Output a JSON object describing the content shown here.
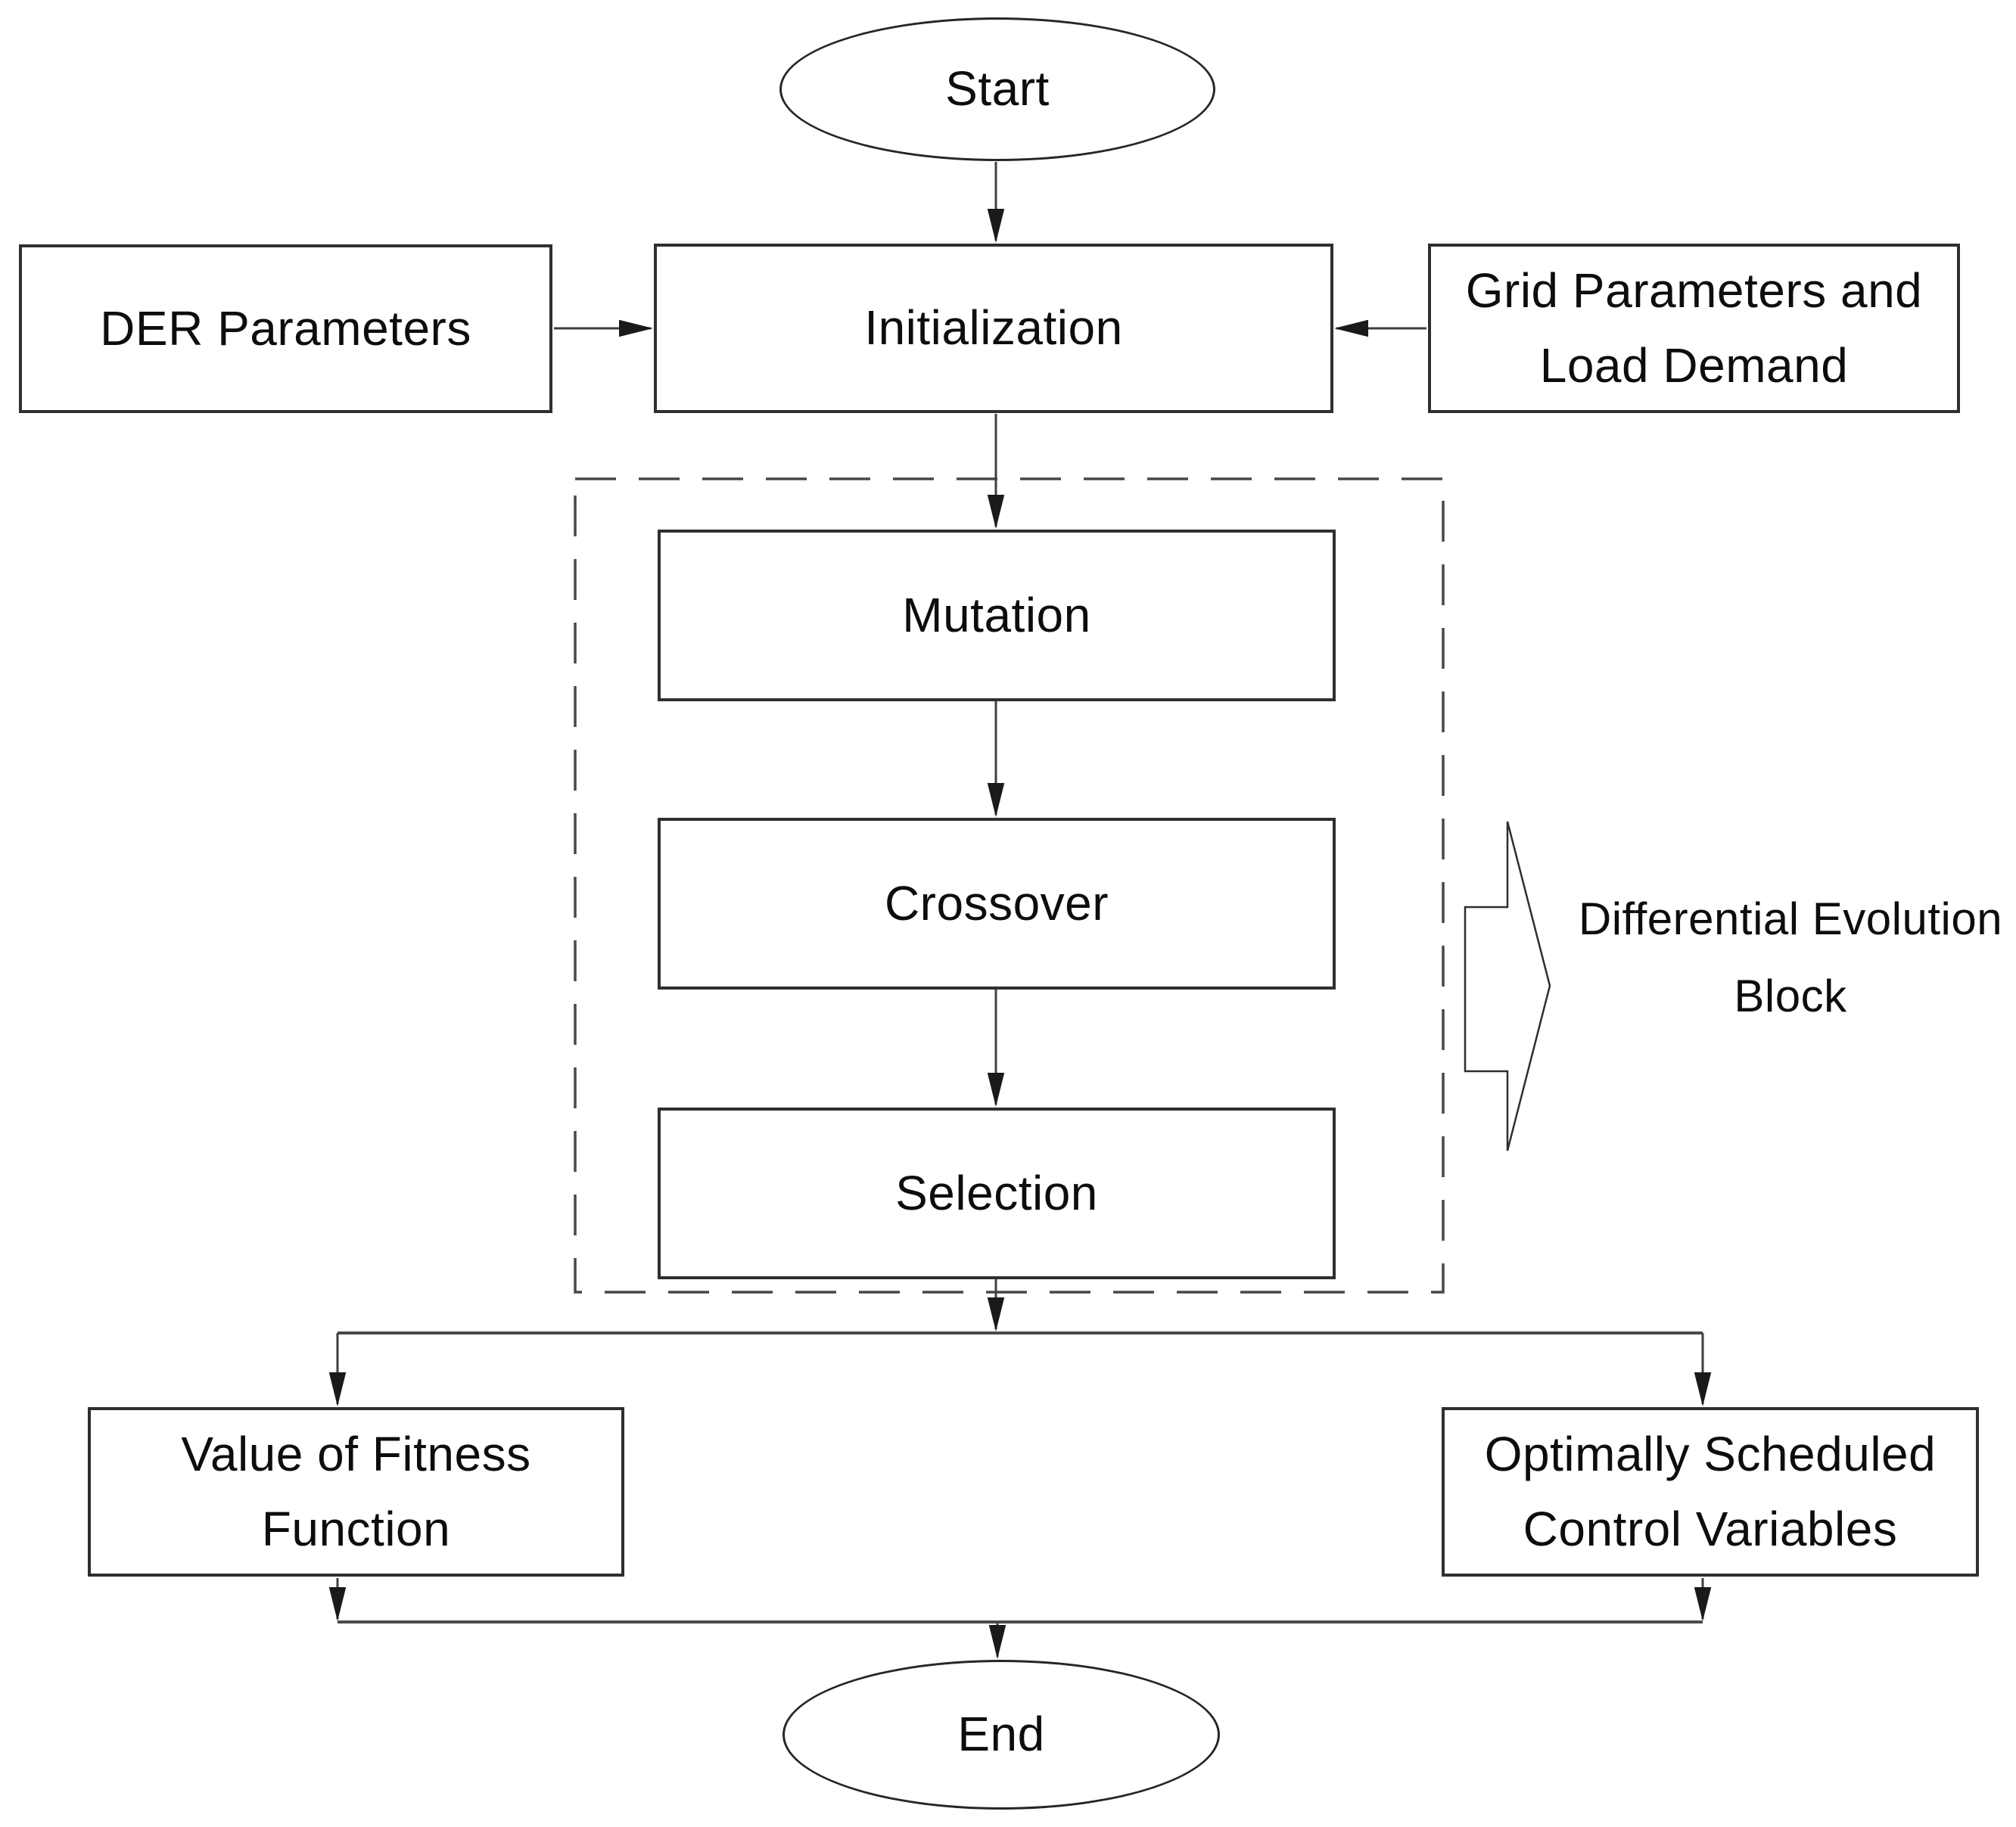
{
  "diagram": {
    "type": "flowchart",
    "background_color": "#ffffff",
    "line_color": "#3f3f3f",
    "text_color": "#0d0d0d",
    "nodes": {
      "start": {
        "label": "Start",
        "shape": "ellipse"
      },
      "der_parameters": {
        "label": "DER Parameters",
        "shape": "rect"
      },
      "initialization": {
        "label": "Initialization",
        "shape": "rect"
      },
      "grid_parameters": {
        "label": "Grid Parameters and\nLoad Demand",
        "shape": "rect"
      },
      "mutation": {
        "label": "Mutation",
        "shape": "rect"
      },
      "crossover": {
        "label": "Crossover",
        "shape": "rect"
      },
      "selection": {
        "label": "Selection",
        "shape": "rect"
      },
      "fitness_function": {
        "label": "Value of Fitness\nFunction",
        "shape": "rect"
      },
      "control_variables": {
        "label": "Optimally Scheduled\nControl Variables",
        "shape": "rect"
      },
      "end": {
        "label": "End",
        "shape": "ellipse"
      }
    },
    "groups": {
      "de_block": {
        "label": "Differential Evolution\nBlock",
        "style": "dashed-outline",
        "members": [
          "mutation",
          "crossover",
          "selection"
        ]
      }
    },
    "edges": [
      {
        "from": "start",
        "to": "initialization"
      },
      {
        "from": "der_parameters",
        "to": "initialization"
      },
      {
        "from": "grid_parameters",
        "to": "initialization"
      },
      {
        "from": "initialization",
        "to": "mutation"
      },
      {
        "from": "mutation",
        "to": "crossover"
      },
      {
        "from": "crossover",
        "to": "selection"
      },
      {
        "from": "selection",
        "to": "fitness_function"
      },
      {
        "from": "selection",
        "to": "control_variables"
      },
      {
        "from": "fitness_function",
        "to": "end"
      },
      {
        "from": "control_variables",
        "to": "end"
      }
    ]
  }
}
